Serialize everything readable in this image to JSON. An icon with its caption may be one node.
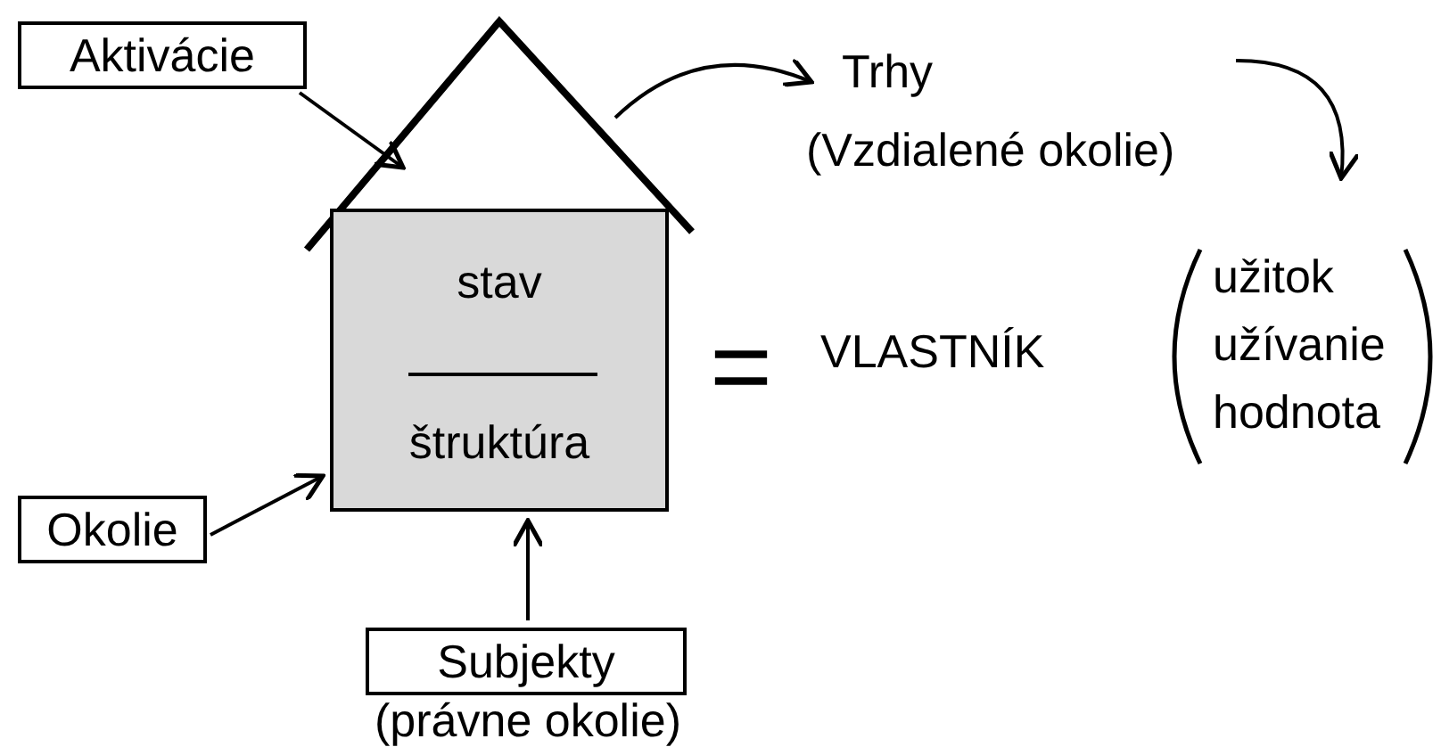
{
  "diagram": {
    "nodes": [
      {
        "text": [
          "Aktivácie"
        ]
      },
      {
        "text": [],
        "shape": "triangle"
      },
      {
        "text": [
          "stav",
          "štruktúra"
        ]
      },
      {
        "text": [
          "Trhy (Vzdialené okolie)"
        ]
      },
      {
        "text": [
          "VLASTNÍK",
          "užitok",
          "užívanie",
          "hodnota"
        ]
      },
      {
        "text": [
          "Okolie"
        ]
      },
      {
        "text": [
          "Subjekty"
        ],
        "beside": [
          "(právne okolie)"
        ]
      }
    ],
    "edges": [
      {
        "from": 0,
        "to": 1,
        "arrow": "to"
      },
      {
        "from": 1,
        "to": 3,
        "arrow": "to"
      },
      {
        "from": 3,
        "to": 4,
        "arrow": "to"
      },
      {
        "from": 5,
        "to": 2,
        "arrow": "to"
      },
      {
        "from": 6,
        "to": 2,
        "arrow": "to"
      }
    ],
    "labels": [
      "="
    ]
  }
}
